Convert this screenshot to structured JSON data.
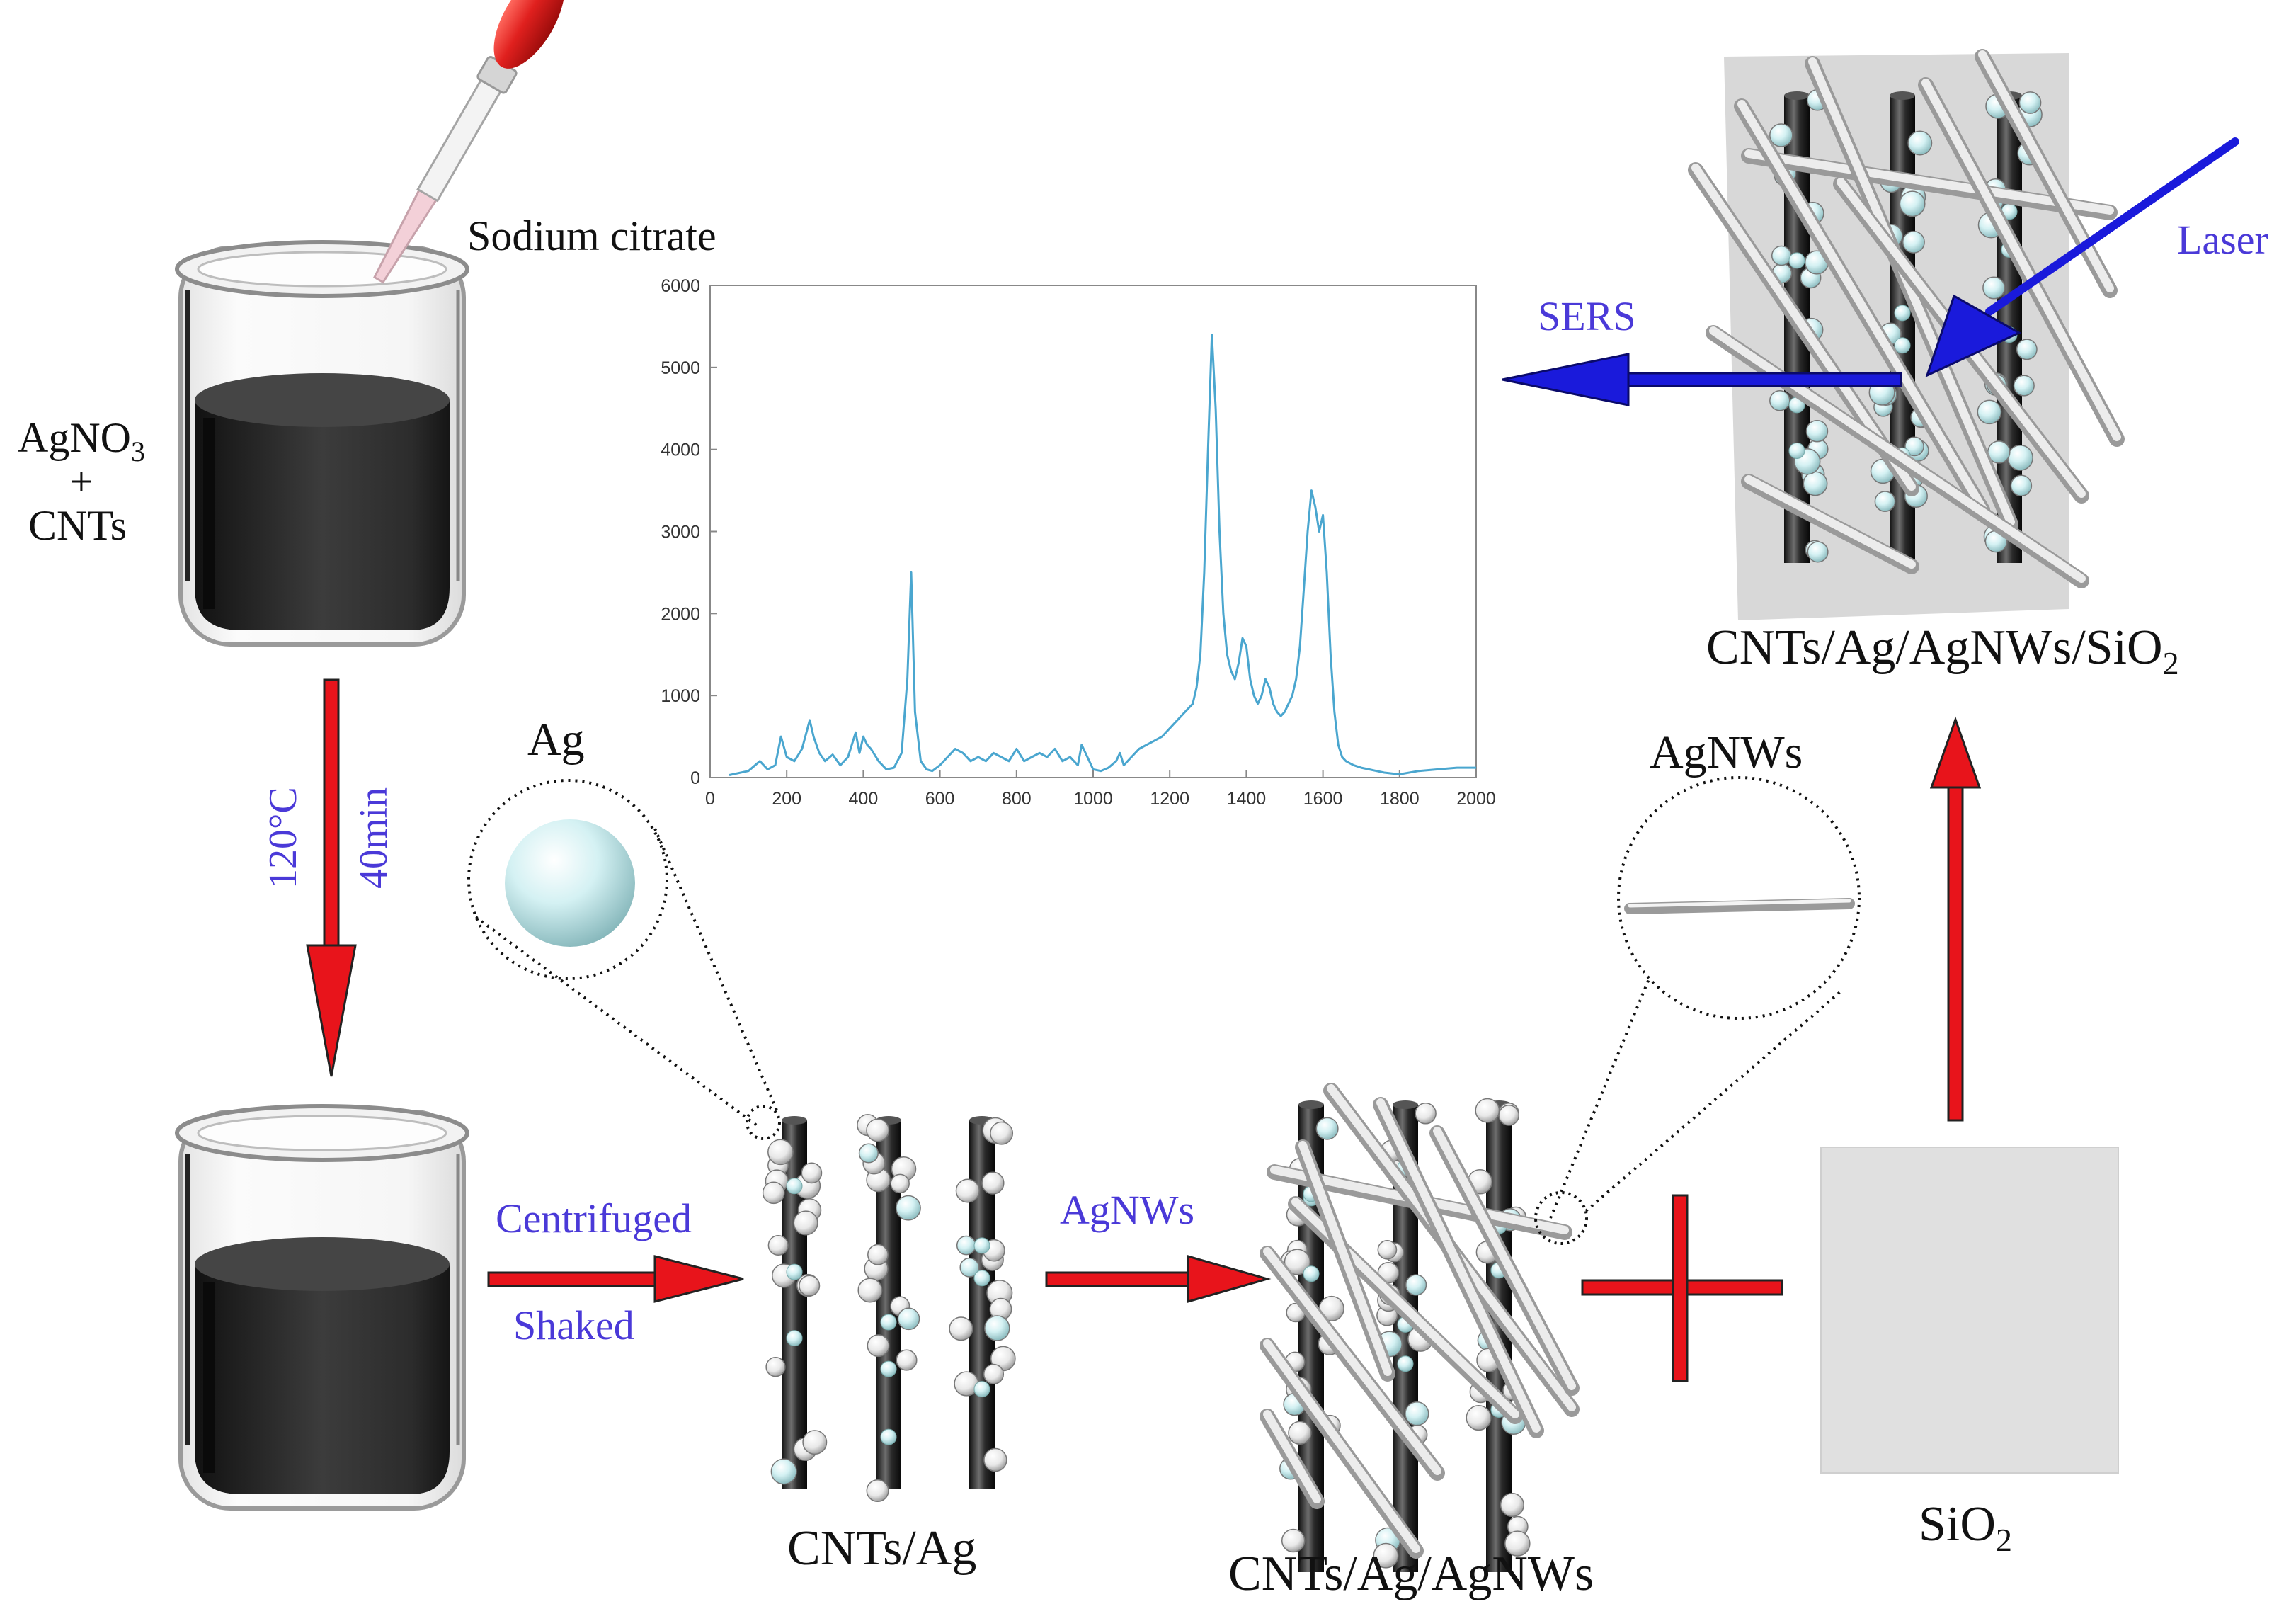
{
  "labels": {
    "sodium_citrate": "Sodium citrate",
    "agno3": "AgNO",
    "agno3_sub": "3",
    "plus": "+",
    "cnts": "CNTs",
    "temp": "120°C",
    "time": "40min",
    "centrifuged": "Centrifuged",
    "shaked": "Shaked",
    "ag": "Ag",
    "cnts_ag": "CNTs/Ag",
    "agnws_arrow": "AgNWs",
    "agnws": "AgNWs",
    "cnts_ag_agnws": "CNTs/Ag/AgNWs",
    "sio2": "SiO",
    "sio2_sub": "2",
    "final": "CNTs/Ag/AgNWs/SiO",
    "final_sub": "2",
    "sers": "SERS",
    "laser": "Laser"
  },
  "colors": {
    "process_arrow": "#e8141b",
    "laser_arrow": "#1a1adb",
    "blue_text": "#4a39d8",
    "spectrum_line": "#4aa6cf",
    "solution": "#2e2e2e",
    "nanotube": "#222222",
    "substrate": "#e0e0e0",
    "pipette_bulb": "#e0201e"
  },
  "chart_data": {
    "type": "line",
    "xlim": [
      0,
      2000
    ],
    "ylim": [
      0,
      6000
    ],
    "xticks": [
      0,
      200,
      400,
      600,
      800,
      1000,
      1200,
      1400,
      1600,
      1800,
      2000
    ],
    "yticks": [
      0,
      1000,
      2000,
      3000,
      4000,
      5000,
      6000
    ],
    "grid": false,
    "series": [
      {
        "x": [
          50,
          100,
          130,
          150,
          170,
          185,
          200,
          220,
          240,
          260,
          270,
          285,
          300,
          320,
          340,
          360,
          380,
          390,
          400,
          410,
          420,
          440,
          460,
          480,
          500,
          515,
          525,
          535,
          550,
          565,
          580,
          600,
          620,
          640,
          660,
          680,
          700,
          720,
          740,
          760,
          780,
          800,
          820,
          840,
          860,
          880,
          900,
          920,
          940,
          960,
          970,
          985,
          1000,
          1020,
          1040,
          1060,
          1070,
          1080,
          1100,
          1120,
          1140,
          1160,
          1180,
          1200,
          1220,
          1240,
          1260,
          1270,
          1280,
          1290,
          1300,
          1310,
          1320,
          1330,
          1340,
          1350,
          1360,
          1370,
          1380,
          1390,
          1400,
          1410,
          1420,
          1430,
          1440,
          1450,
          1460,
          1470,
          1480,
          1490,
          1500,
          1510,
          1520,
          1530,
          1540,
          1550,
          1560,
          1570,
          1580,
          1590,
          1600,
          1610,
          1620,
          1630,
          1640,
          1650,
          1660,
          1680,
          1700,
          1720,
          1740,
          1760,
          1780,
          1800,
          1850,
          1900,
          1950,
          2000
        ],
        "y": [
          30,
          80,
          200,
          100,
          150,
          500,
          250,
          200,
          350,
          700,
          500,
          300,
          200,
          280,
          150,
          250,
          550,
          300,
          500,
          400,
          350,
          200,
          100,
          120,
          300,
          1200,
          2500,
          800,
          200,
          100,
          80,
          150,
          250,
          350,
          300,
          200,
          250,
          200,
          300,
          250,
          200,
          350,
          200,
          250,
          300,
          250,
          350,
          200,
          250,
          150,
          400,
          250,
          100,
          80,
          120,
          200,
          300,
          150,
          250,
          350,
          400,
          450,
          500,
          600,
          700,
          800,
          900,
          1100,
          1500,
          2500,
          4000,
          5400,
          4500,
          3000,
          2000,
          1500,
          1300,
          1200,
          1400,
          1700,
          1600,
          1200,
          1000,
          900,
          1000,
          1200,
          1100,
          900,
          800,
          750,
          800,
          900,
          1000,
          1200,
          1600,
          2300,
          3000,
          3500,
          3300,
          3000,
          3200,
          2500,
          1500,
          800,
          400,
          250,
          200,
          150,
          120,
          100,
          80,
          60,
          50,
          40,
          80,
          100,
          120,
          120
        ]
      }
    ]
  }
}
